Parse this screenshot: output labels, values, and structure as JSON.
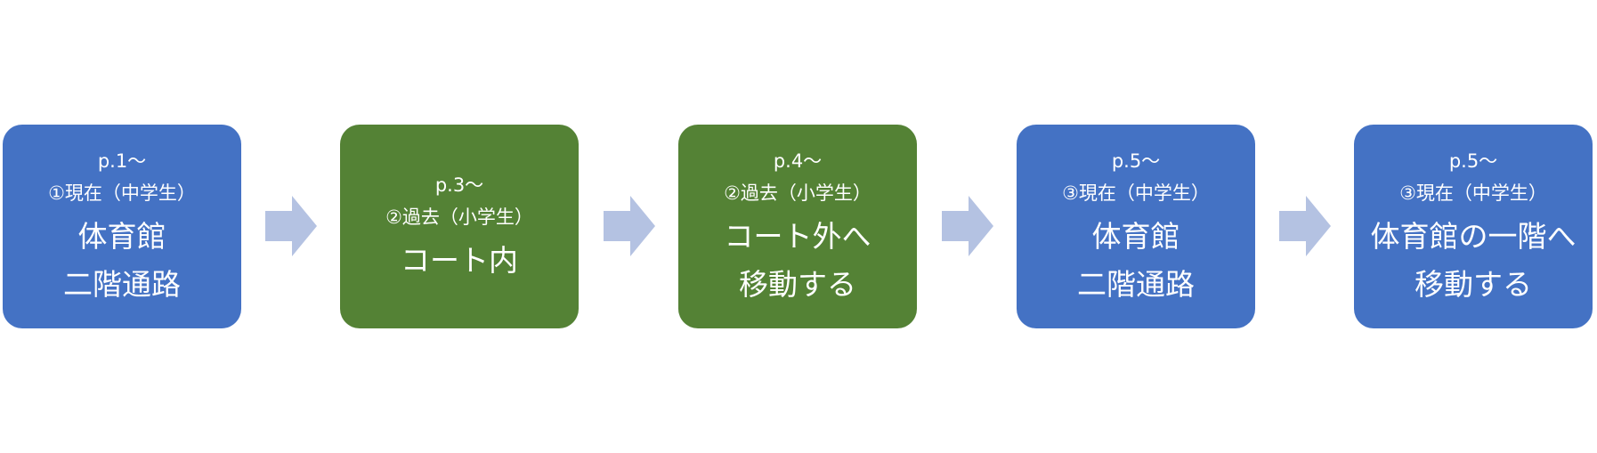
{
  "colors": {
    "blue": "#4472c4",
    "green": "#548235",
    "arrow": "#b4c2e2"
  },
  "steps": [
    {
      "page": "p.1～",
      "scene": "①現在（中学生）",
      "place_line1": "体育館",
      "place_line2": "二階通路",
      "color": "blue"
    },
    {
      "page": "p.3～",
      "scene": "②過去（小学生）",
      "place_line1": "コート内",
      "place_line2": "",
      "color": "green"
    },
    {
      "page": "p.4～",
      "scene": "②過去（小学生）",
      "place_line1": "コート外へ",
      "place_line2": "移動する",
      "color": "green"
    },
    {
      "page": "p.5～",
      "scene": "③現在（中学生）",
      "place_line1": "体育館",
      "place_line2": "二階通路",
      "color": "blue"
    },
    {
      "page": "p.5～",
      "scene": "③現在（中学生）",
      "place_line1": "体育館の一階へ",
      "place_line2": "移動する",
      "color": "blue"
    }
  ],
  "arrows": [
    {
      "icon": "right-arrow-icon"
    },
    {
      "icon": "right-arrow-icon"
    },
    {
      "icon": "right-arrow-icon"
    },
    {
      "icon": "right-arrow-icon"
    }
  ]
}
